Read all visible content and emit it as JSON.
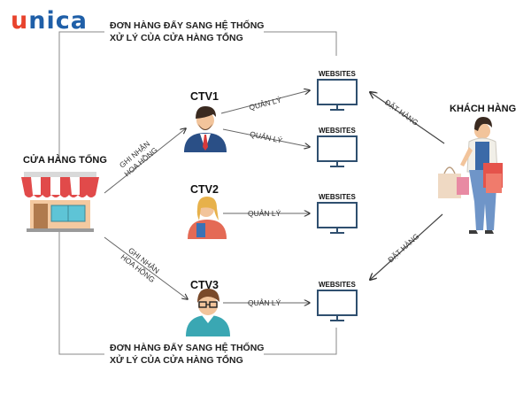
{
  "logo": {
    "first": "u",
    "rest": "nica"
  },
  "notes": {
    "top_line1": "ĐƠN HÀNG ĐẨY SANG HỆ THỐNG",
    "top_line2": "XỬ LÝ CỦA CỬA HÀNG TỔNG",
    "bottom_line1": "ĐƠN HÀNG ĐẨY SANG HỆ THỐNG",
    "bottom_line2": "XỬ LÝ CỦA CỬA HÀNG TỔNG"
  },
  "store": {
    "label": "CỬA HÀNG TỔNG"
  },
  "customer": {
    "label": "KHÁCH HÀNG"
  },
  "ctv": [
    {
      "label": "CTV1"
    },
    {
      "label": "CTV2"
    },
    {
      "label": "CTV3"
    }
  ],
  "websites": [
    {
      "label": "WEBSITES"
    },
    {
      "label": "WEBSITES"
    },
    {
      "label": "WEBSITES"
    },
    {
      "label": "WEBSITES"
    }
  ],
  "edges": {
    "manage1": "QUẢN LÝ",
    "manage2": "QUẢN LÝ",
    "manage3": "QUẢN LÝ",
    "manage4": "QUẢN LÝ",
    "record1_line1": "GHI NHẬN",
    "record1_line2": "HOA HỒNG",
    "record3_line1": "GHI NHẬN",
    "record3_line2": "HOA HỒNG",
    "order_top": "ĐẶT HÀNG",
    "order_bottom": "ĐẶT HÀNG"
  },
  "colors": {
    "logo_red": "#e8432d",
    "logo_blue": "#1f5fa8",
    "awning_red": "#e14a4a",
    "monitor_blue": "#2f4f6f",
    "line_gray": "#7a7a7a"
  }
}
